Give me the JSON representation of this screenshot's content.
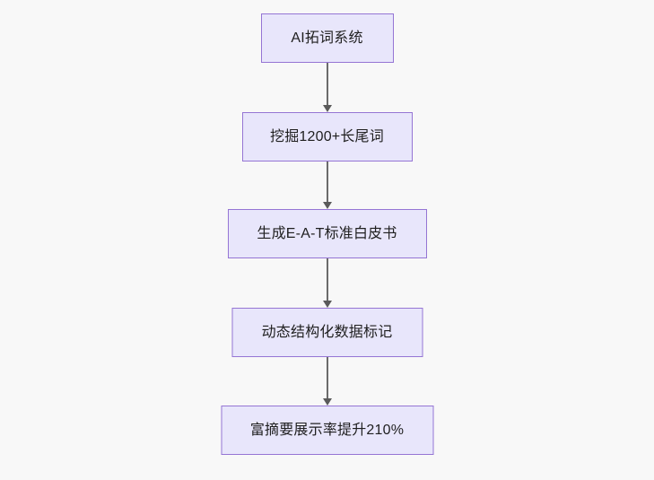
{
  "diagram": {
    "type": "flowchart",
    "orientation": "top-to-bottom",
    "background_color": "#f8f8f8",
    "node_fill_color": "#e8e6fb",
    "node_border_color": "#9575d4",
    "node_text_color": "#1f1f1f",
    "edge_color": "#6b6b6b",
    "nodes": [
      {
        "id": "n1",
        "label": "AI拓词系统"
      },
      {
        "id": "n2",
        "label": "挖掘1200+长尾词"
      },
      {
        "id": "n3",
        "label": "生成E-A-T标准白皮书"
      },
      {
        "id": "n4",
        "label": "动态结构化数据标记"
      },
      {
        "id": "n5",
        "label": "富摘要展示率提升210%"
      }
    ],
    "edges": [
      {
        "from": "n1",
        "to": "n2",
        "label": ""
      },
      {
        "from": "n2",
        "to": "n3",
        "label": ""
      },
      {
        "from": "n3",
        "to": "n4",
        "label": ""
      },
      {
        "from": "n4",
        "to": "n5",
        "label": ""
      }
    ]
  }
}
